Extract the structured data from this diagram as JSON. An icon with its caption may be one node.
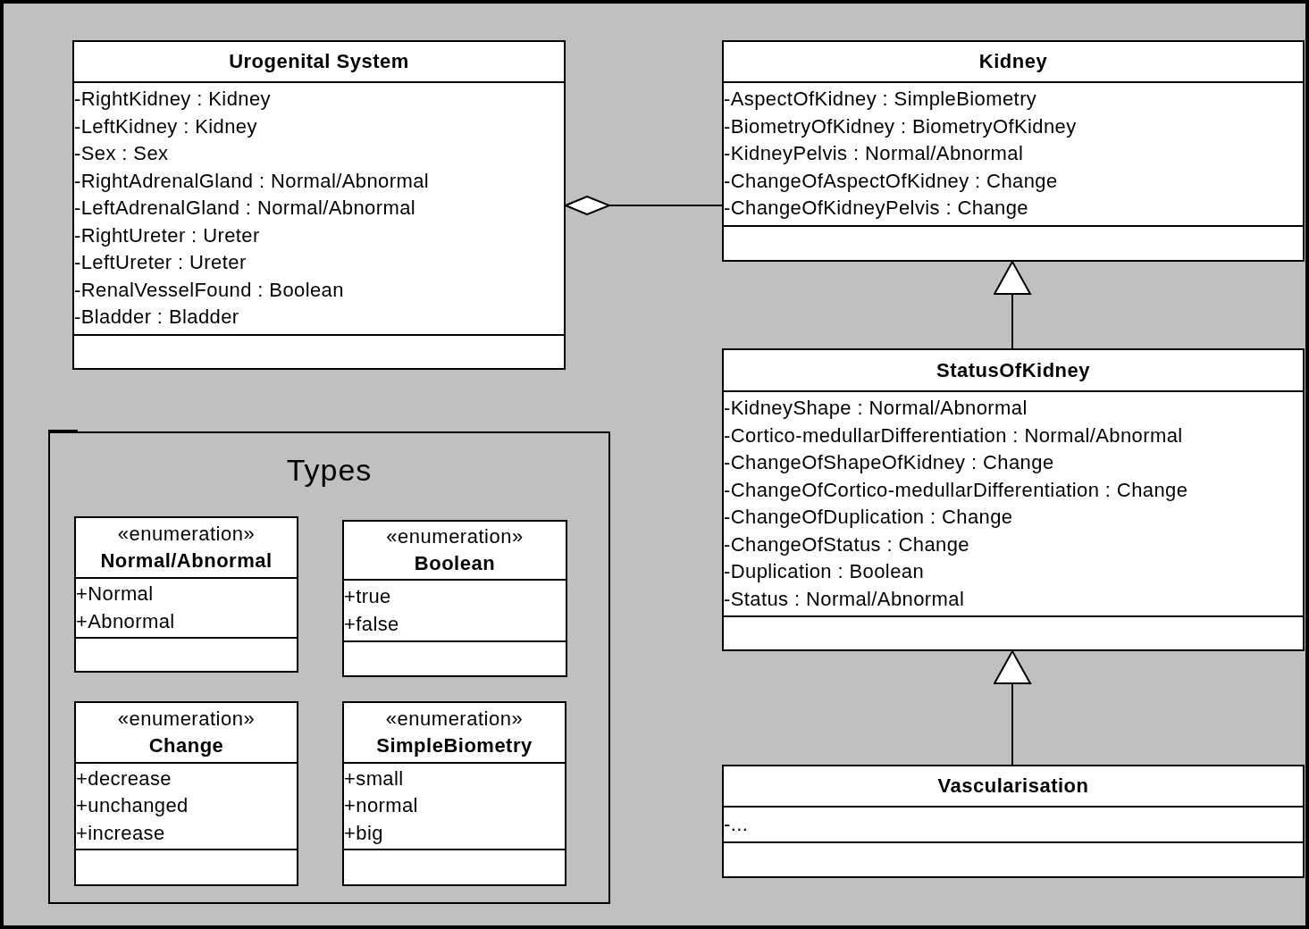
{
  "diagram": {
    "nodes": [
      {
        "text": [
          "Urogenital System",
          "-RightKidney : Kidney",
          "-LeftKidney : Kidney",
          "-Sex : Sex",
          "-RightAdrenalGland : Normal/Abnormal",
          "-LeftAdrenalGland : Normal/Abnormal",
          "-RightUreter : Ureter",
          "-LeftUreter : Ureter",
          "-RenalVesselFound : Boolean",
          "-Bladder : Bladder"
        ]
      },
      {
        "text": [
          "Kidney",
          "-AspectOfKidney : SimpleBiometry",
          "-BiometryOfKidney : BiometryOfKidney",
          "-KidneyPelvis : Normal/Abnormal",
          "-ChangeOfAspectOfKidney : Change",
          "-ChangeOfKidneyPelvis : Change"
        ]
      },
      {
        "text": [
          "Types"
        ]
      },
      {
        "text": [
          "«enumeration»",
          "Normal/Abnormal",
          "+Normal",
          "+Abnormal"
        ],
        "in": 2
      },
      {
        "text": [
          "«enumeration»",
          "Boolean",
          "+true",
          "+false"
        ],
        "in": 2
      },
      {
        "text": [
          "«enumeration»",
          "Change",
          "+decrease",
          "+unchanged",
          "+increase"
        ],
        "in": 2
      },
      {
        "text": [
          "«enumeration»",
          "SimpleBiometry",
          "+small",
          "+normal",
          "+big"
        ],
        "in": 2
      },
      {
        "text": [
          "StatusOfKidney",
          "-KidneyShape : Normal/Abnormal",
          "-Cortico-medullarDifferentiation : Normal/Abnormal",
          "-ChangeOfShapeOfKidney : Change",
          "-ChangeOfCortico-medullarDifferentiation : Change",
          "-ChangeOfDuplication : Change",
          "-ChangeOfStatus : Change",
          "-Duplication : Boolean",
          "-Status : Normal/Abnormal"
        ]
      },
      {
        "text": [
          "Vascularisation",
          "-..."
        ]
      }
    ],
    "edges": [
      {
        "from": 0,
        "to": 1,
        "arrow": "other"
      },
      {
        "from": 7,
        "to": 1,
        "arrow": "to"
      },
      {
        "from": 8,
        "to": 7,
        "arrow": "to"
      }
    ]
  }
}
